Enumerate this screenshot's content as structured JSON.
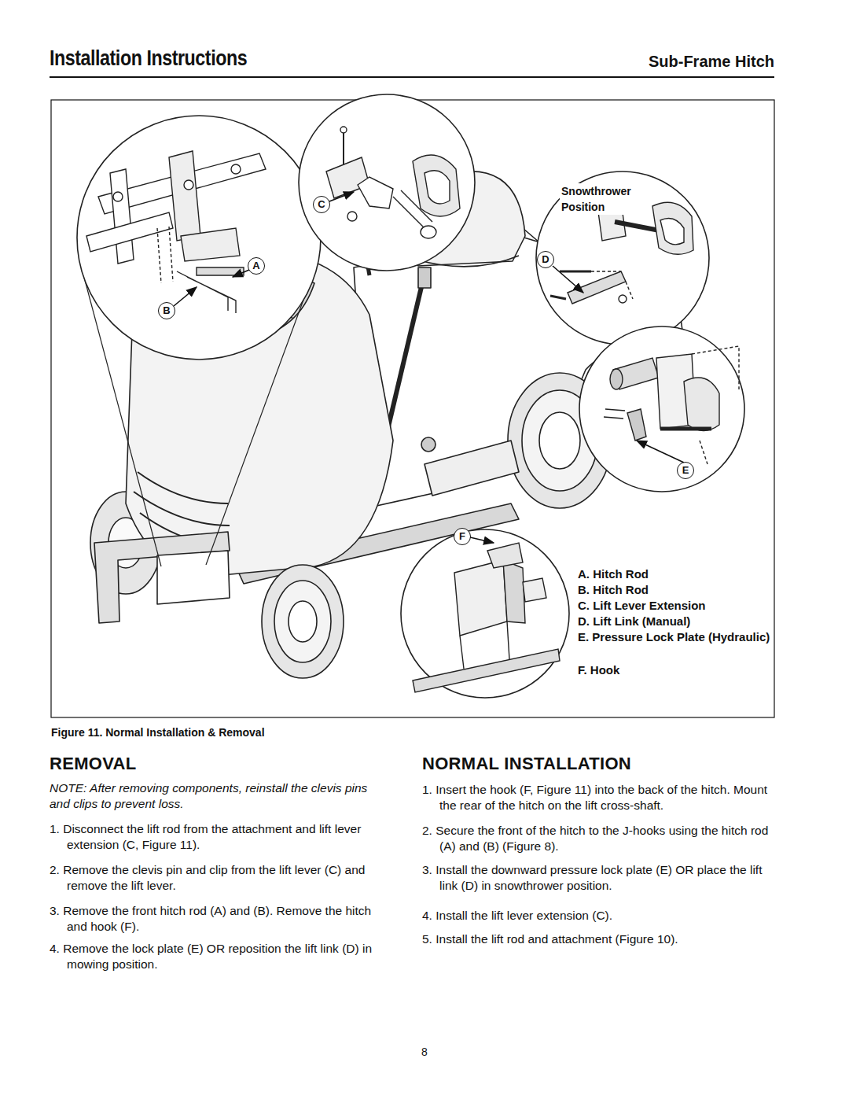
{
  "diagram": {
    "title": "Installation Instructions",
    "caption": "Figure 11. Normal Installation & Removal",
    "nodes": [
      {
        "text": [
          "C"
        ]
      },
      {
        "text": [
          "D"
        ]
      },
      {
        "text": [
          "A"
        ]
      },
      {
        "text": [
          "B"
        ]
      },
      {
        "text": [
          "E"
        ]
      },
      {
        "text": [
          "F"
        ]
      }
    ],
    "labels": [
      "Sub-Frame Hitch",
      "Snowthrower Position",
      "A. Hitch Rod",
      "B. Hitch Rod",
      "C. Lift Lever Extension",
      "D. Lift Link (Manual)",
      "E. Pressure Lock Plate (Hydraulic)",
      "F. Hook",
      "REMOVAL",
      "NOTE: After removing components, reinstall the clevis pins and clips to prevent loss.",
      "1. Disconnect the lift rod from the attachment and lift lever extension (C, Figure 11).",
      "2. Remove the clevis pin and clip from the lift lever (C) and remove the lift lever.",
      "3. Remove the front hitch rod (A) and (B). Remove the hitch and hook (F).",
      "4. Remove the lock plate (E) OR reposition the lift link (D) in mowing position.",
      "NORMAL INSTALLATION",
      "1. Insert the hook (F, Figure 11) into the back of the hitch. Mount the rear of the hitch on the lift cross-shaft.",
      "2. Secure the front of the hitch to the J-hooks using the hitch rod (A) and (B) (Figure 8).",
      "3. Install the downward pressure lock plate (E) OR place the lift link (D) in snowthrower position.",
      "4. Install the lift lever extension (C).",
      "5. Install the lift rod and attachment (Figure 10).",
      "8"
    ]
  }
}
